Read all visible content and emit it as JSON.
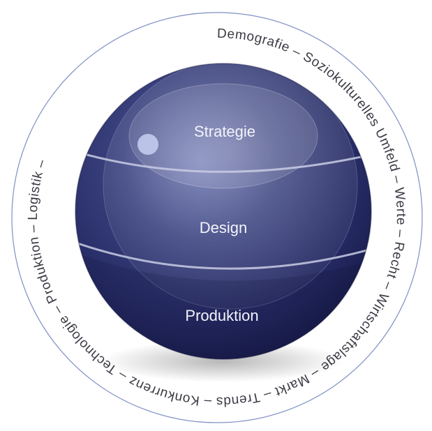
{
  "ring": {
    "text": "Demografie – Soziokulturelles Umfeld – Werte – Recht – Wirtschaftslage – Markt – Trends – Konkurrenz – Technologie – Produktion – Logistik –"
  },
  "layers": {
    "top": "Strategie",
    "middle": "Design",
    "bottom": "Produktion"
  },
  "colors": {
    "sphere_dark": "#1b1f4e",
    "sphere_mid": "#2f3670",
    "sphere_light": "#6a74b0",
    "ring_line": "#7f8fc4",
    "band_line": "#c9cde4"
  }
}
